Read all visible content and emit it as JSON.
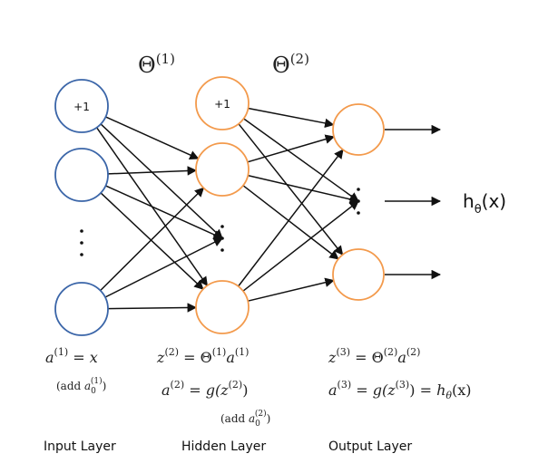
{
  "colors": {
    "input_node": "#3a65a8",
    "hidden_node": "#f39a4c",
    "output_node": "#f39a4c",
    "edge": "#111111"
  },
  "weights": {
    "theta1": {
      "symbol": "Θ",
      "sup": "(1)"
    },
    "theta2": {
      "symbol": "Θ",
      "sup": "(2)"
    }
  },
  "bias": {
    "input": "+1",
    "hidden": "+1"
  },
  "output_label": {
    "base": "h",
    "sub": "θ",
    "rest": "(x)"
  },
  "equations": {
    "input": {
      "line1": {
        "a": "a",
        "sup": "(1)",
        "rhs": " = x"
      },
      "note": {
        "pre": "(add ",
        "a": "a",
        "sub": "0",
        "sup": "(1)",
        "post": ")"
      }
    },
    "hidden": {
      "line1": {
        "z": "z",
        "sup": "(2)",
        "eq": " = ",
        "theta": "Θ",
        "tsup": "(1)",
        "a": "a",
        "asup": "(1)"
      },
      "line2": {
        "a": "a",
        "sup": "(2)",
        "eq": " = ",
        "g": "g(",
        "z": "z",
        "zsup": "(2)",
        "close": ")"
      },
      "note": {
        "pre": "(add ",
        "a": "a",
        "sub": "0",
        "sup": "(2)",
        "post": ")"
      }
    },
    "output": {
      "line1": {
        "z": "z",
        "sup": "(3)",
        "eq": " = ",
        "theta": "Θ",
        "tsup": "(2)",
        "a": "a",
        "asup": "(2)"
      },
      "line2": {
        "a": "a",
        "sup": "(3)",
        "eq": " = ",
        "g": "g(",
        "z": "z",
        "zsup": "(3)",
        "close": ") = ",
        "h": "h",
        "hsub": "θ",
        "rest": "(x)"
      }
    }
  },
  "layers": {
    "input": "Input Layer",
    "hidden": "Hidden Layer",
    "output": "Output Layer"
  }
}
